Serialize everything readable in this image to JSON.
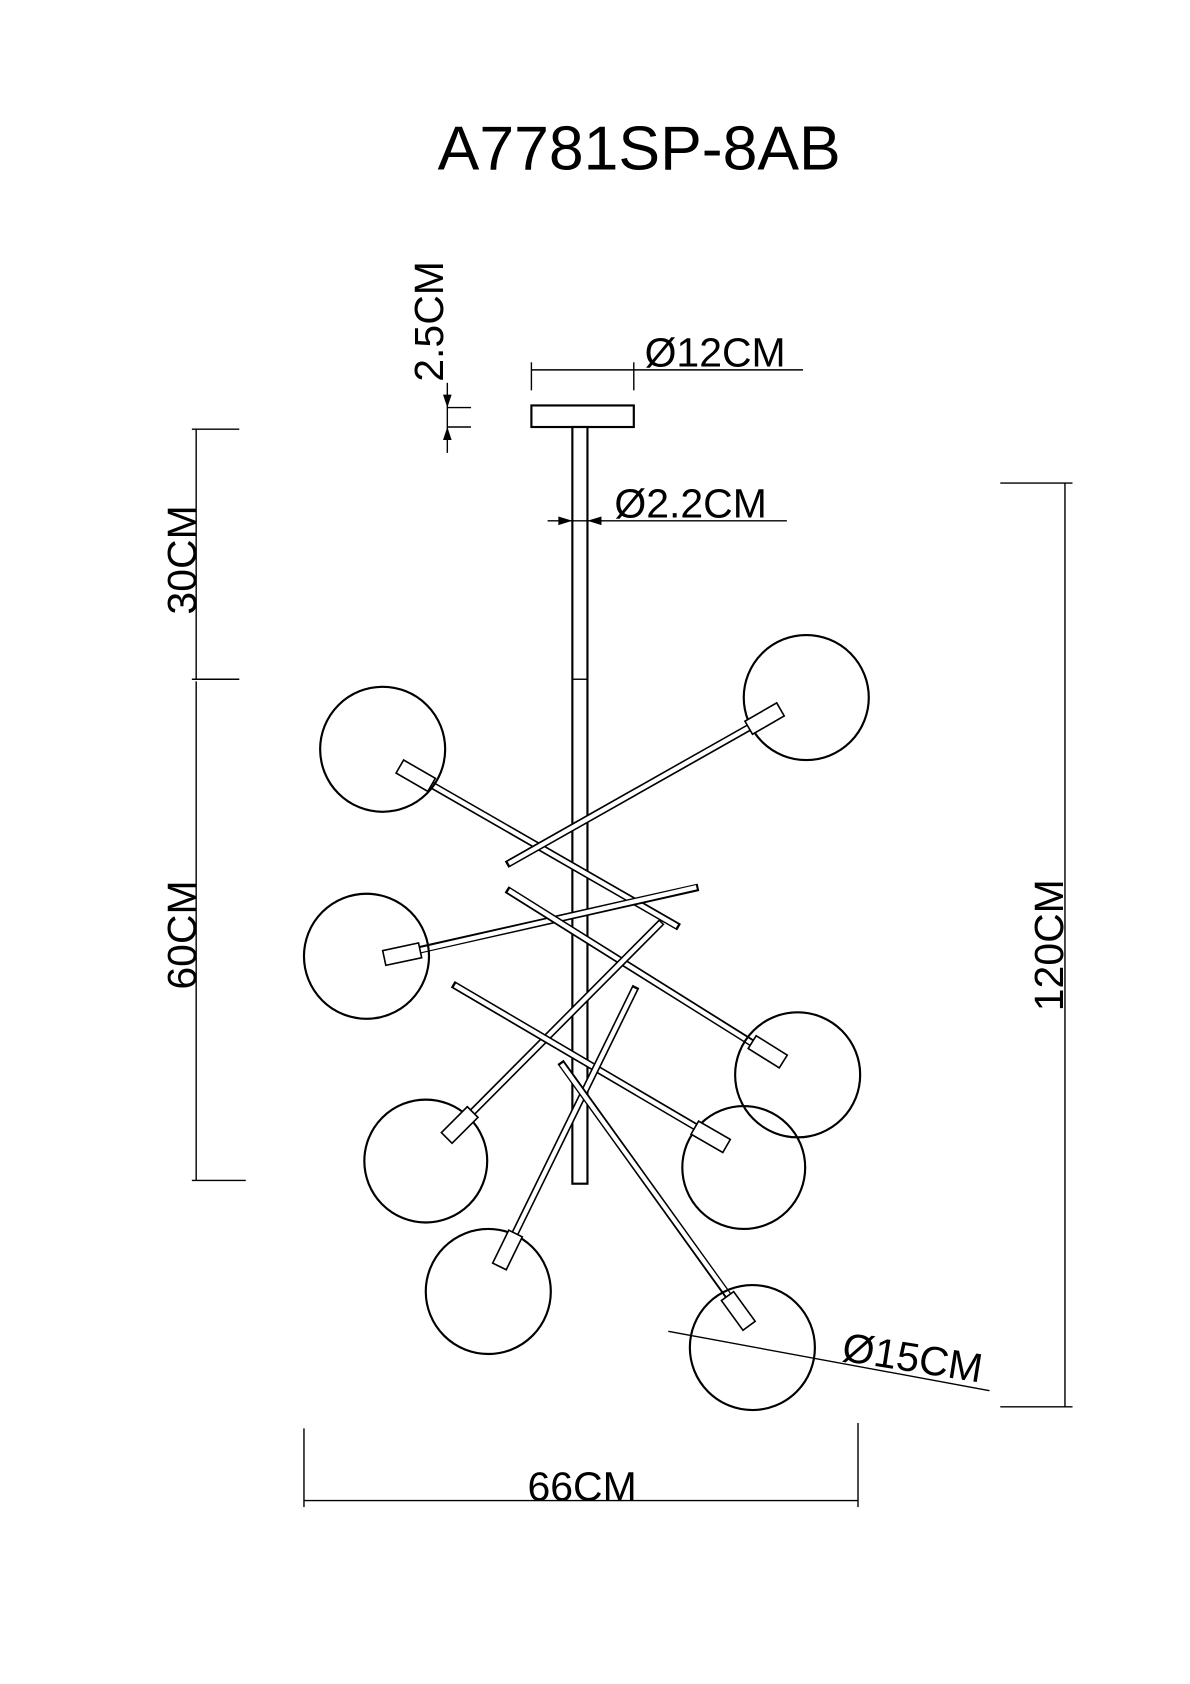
{
  "title": "A7781SP-8AB",
  "dimensions": {
    "canopy_height": "2.5CM",
    "canopy_diameter": "Ø12CM",
    "rod_diameter": "Ø2.2CM",
    "rod_length": "30CM",
    "body_height": "60CM",
    "total_height": "120CM",
    "globe_diameter": "Ø15CM",
    "total_width": "66CM"
  },
  "colors": {
    "line": "#000000",
    "background": "#ffffff"
  }
}
